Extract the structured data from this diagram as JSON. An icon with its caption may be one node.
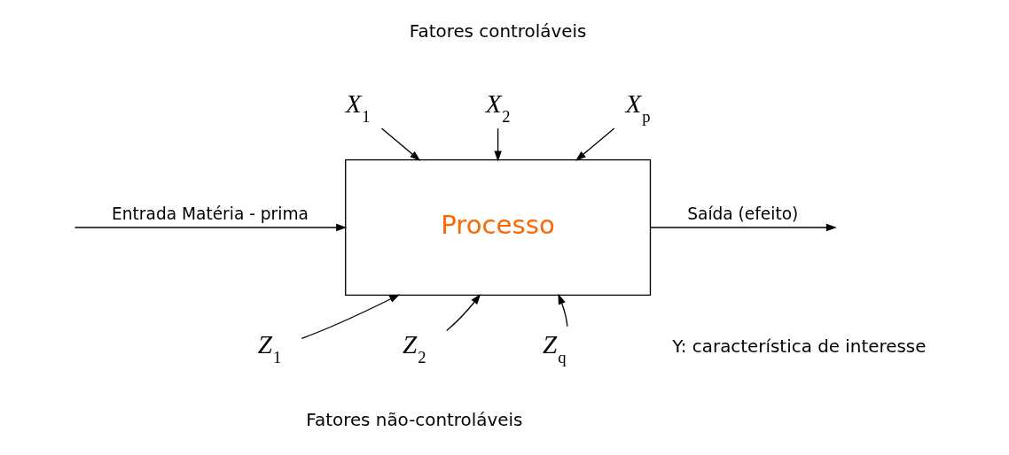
{
  "diagram": {
    "nodes": [
      {
        "text": [
          "Processo"
        ]
      },
      {
        "text": [
          "X$_{1}$"
        ]
      },
      {
        "text": [
          "X$_{2}$"
        ]
      },
      {
        "text": [
          "X$_{p}$"
        ]
      },
      {
        "text": [
          "Z$_{1}$"
        ]
      },
      {
        "text": [
          "Z$_{2}$"
        ]
      },
      {
        "text": [
          "Z$_{q}$"
        ]
      }
    ],
    "edges": [
      {
        "from": 1,
        "to": 0,
        "arrow": "to"
      },
      {
        "from": 2,
        "to": 0,
        "arrow": "to"
      },
      {
        "from": 3,
        "to": 0,
        "arrow": "to"
      },
      {
        "from": 4,
        "to": 0,
        "arrow": "to"
      },
      {
        "from": 5,
        "to": 0,
        "arrow": "to"
      },
      {
        "from": 6,
        "to": 0,
        "arrow": "to"
      },
      {
        "from": null,
        "to": 0,
        "arrow": "to",
        "label": "Entrada Matéria - prima"
      },
      {
        "from": 0,
        "to": null,
        "arrow": "to",
        "label": "Saída (efeito)"
      }
    ],
    "labels": [
      "Fatores controláveis",
      "Y: característica de interesse",
      "Fatores não-controláveis"
    ]
  }
}
